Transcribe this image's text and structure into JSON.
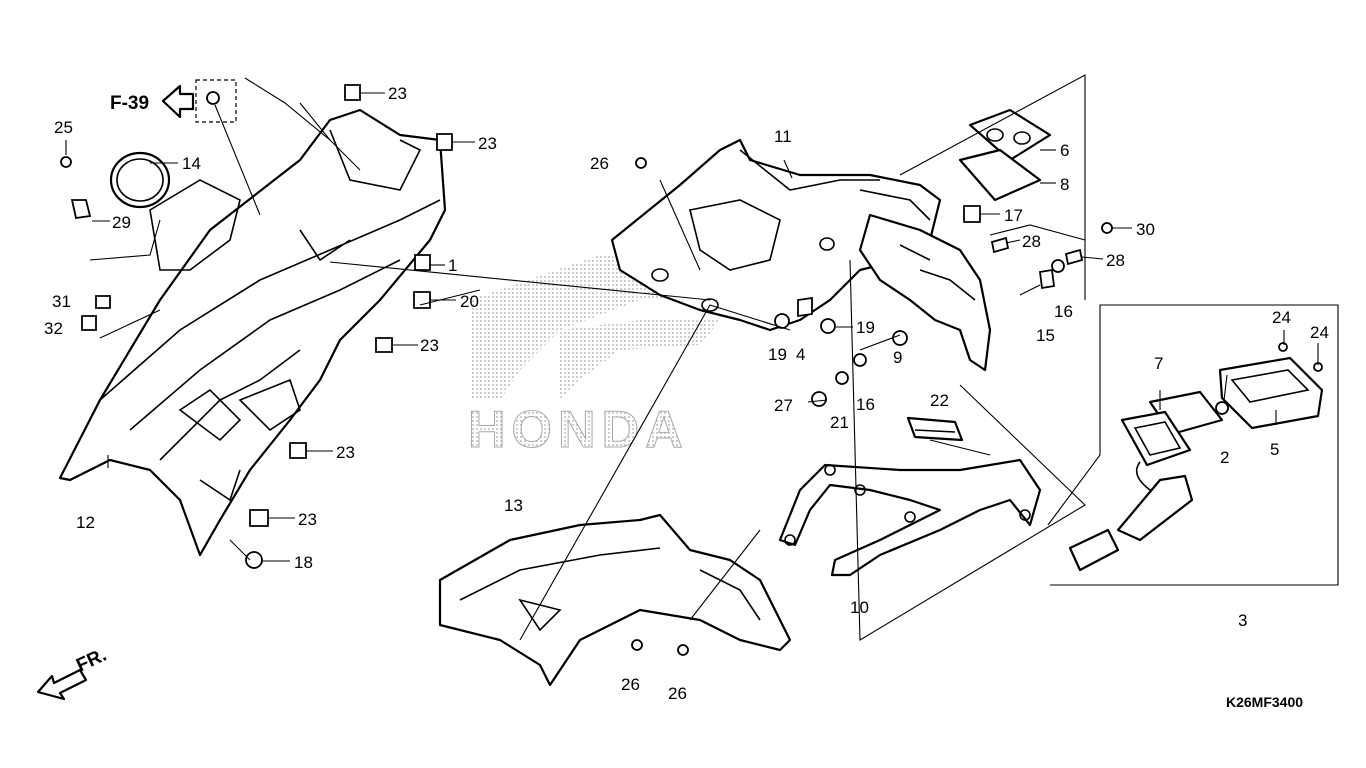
{
  "diagram": {
    "page_ref": "F-39",
    "direction": "FR.",
    "code": "K26MF3400",
    "watermark": "HONDA",
    "callouts": [
      {
        "id": "c1",
        "text": "1"
      },
      {
        "id": "c2",
        "text": "2"
      },
      {
        "id": "c3",
        "text": "3"
      },
      {
        "id": "c4",
        "text": "4"
      },
      {
        "id": "c5",
        "text": "5"
      },
      {
        "id": "c6",
        "text": "6"
      },
      {
        "id": "c7",
        "text": "7"
      },
      {
        "id": "c8",
        "text": "8"
      },
      {
        "id": "c9",
        "text": "9"
      },
      {
        "id": "c10",
        "text": "10"
      },
      {
        "id": "c11",
        "text": "11"
      },
      {
        "id": "c12",
        "text": "12"
      },
      {
        "id": "c13",
        "text": "13"
      },
      {
        "id": "c14",
        "text": "14"
      },
      {
        "id": "c15",
        "text": "15"
      },
      {
        "id": "c16a",
        "text": "16"
      },
      {
        "id": "c16b",
        "text": "16"
      },
      {
        "id": "c17",
        "text": "17"
      },
      {
        "id": "c18",
        "text": "18"
      },
      {
        "id": "c19a",
        "text": "19"
      },
      {
        "id": "c19b",
        "text": "19"
      },
      {
        "id": "c20",
        "text": "20"
      },
      {
        "id": "c21",
        "text": "21"
      },
      {
        "id": "c22",
        "text": "22"
      },
      {
        "id": "c23a",
        "text": "23"
      },
      {
        "id": "c23b",
        "text": "23"
      },
      {
        "id": "c23c",
        "text": "23"
      },
      {
        "id": "c23d",
        "text": "23"
      },
      {
        "id": "c23e",
        "text": "23"
      },
      {
        "id": "c24a",
        "text": "24"
      },
      {
        "id": "c24b",
        "text": "24"
      },
      {
        "id": "c25",
        "text": "25"
      },
      {
        "id": "c26a",
        "text": "26"
      },
      {
        "id": "c26b",
        "text": "26"
      },
      {
        "id": "c26c",
        "text": "26"
      },
      {
        "id": "c27",
        "text": "27"
      },
      {
        "id": "c28a",
        "text": "28"
      },
      {
        "id": "c28b",
        "text": "28"
      },
      {
        "id": "c29",
        "text": "29"
      },
      {
        "id": "c30",
        "text": "30"
      },
      {
        "id": "c31",
        "text": "31"
      },
      {
        "id": "c32",
        "text": "32"
      }
    ]
  }
}
